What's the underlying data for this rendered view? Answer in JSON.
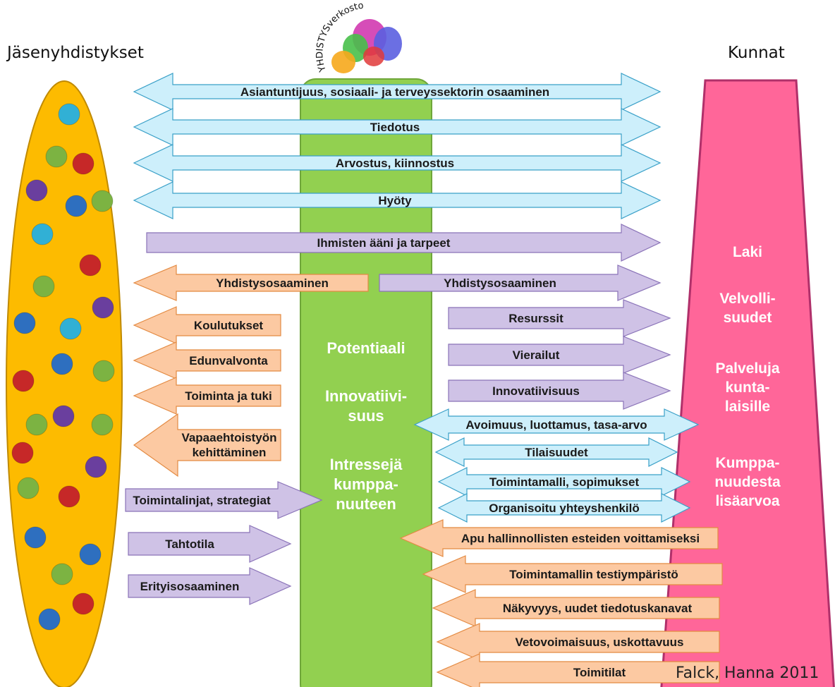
{
  "headers": {
    "left": "Jäsenyhdistykset",
    "right": "Kunnat"
  },
  "logo": {
    "text": "YHDISTYSverkosto"
  },
  "colors": {
    "ellipse": "#FDBB00",
    "center_bar": "#92D050",
    "right_trapezoid": "#FF6699",
    "arrow_blue": "#CDEFFB",
    "arrow_purple": "#CFC2E6",
    "arrow_orange": "#FCC9A2"
  },
  "dots": [
    {
      "color": "#31B0D5"
    },
    {
      "color": "#7CB342"
    },
    {
      "color": "#C62828"
    },
    {
      "color": "#6A3F9E"
    },
    {
      "color": "#2E6FBF"
    },
    {
      "color": "#7CB342"
    },
    {
      "color": "#31B0D5"
    },
    {
      "color": "#C62828"
    },
    {
      "color": "#7CB342"
    },
    {
      "color": "#6A3F9E"
    },
    {
      "color": "#2E6FBF"
    },
    {
      "color": "#31B0D5"
    },
    {
      "color": "#2E6FBF"
    },
    {
      "color": "#C62828"
    },
    {
      "color": "#7CB342"
    },
    {
      "color": "#7CB342"
    },
    {
      "color": "#6A3F9E"
    },
    {
      "color": "#7CB342"
    },
    {
      "color": "#C62828"
    },
    {
      "color": "#6A3F9E"
    },
    {
      "color": "#7CB342"
    },
    {
      "color": "#C62828"
    },
    {
      "color": "#2E6FBF"
    },
    {
      "color": "#2E6FBF"
    },
    {
      "color": "#7CB342"
    },
    {
      "color": "#C62828"
    },
    {
      "color": "#2E6FBF"
    }
  ],
  "arrows": [
    {
      "text": "Asiantuntijuus, sosiaali- ja terveyssektorin osaaminen",
      "color": "blue",
      "dir": "both"
    },
    {
      "text": "Tiedotus",
      "color": "blue",
      "dir": "both"
    },
    {
      "text": "Arvostus, kiinnostus",
      "color": "blue",
      "dir": "both"
    },
    {
      "text": "Hyöty",
      "color": "blue",
      "dir": "both"
    },
    {
      "text": "Ihmisten ääni ja tarpeet",
      "color": "purple",
      "dir": "right"
    },
    {
      "text": "Yhdistysosaaminen",
      "color": "orange",
      "dir": "left"
    },
    {
      "text": "Yhdistysosaaminen",
      "color": "purple",
      "dir": "right"
    },
    {
      "text": "Koulutukset",
      "color": "orange",
      "dir": "left"
    },
    {
      "text": "Edunvalvonta",
      "color": "orange",
      "dir": "left"
    },
    {
      "text": "Toiminta ja tuki",
      "color": "orange",
      "dir": "left"
    },
    {
      "text": "Vapaaehtoistyön\nkehittäminen",
      "color": "orange",
      "dir": "left"
    },
    {
      "text": "Toimintalinjat, strategiat",
      "color": "purple",
      "dir": "right"
    },
    {
      "text": "Tahtotila",
      "color": "purple",
      "dir": "right"
    },
    {
      "text": "Erityisosaaminen",
      "color": "purple",
      "dir": "right"
    },
    {
      "text": "Resurssit",
      "color": "purple",
      "dir": "right"
    },
    {
      "text": "Vierailut",
      "color": "purple",
      "dir": "right"
    },
    {
      "text": "Innovatiivisuus",
      "color": "purple",
      "dir": "right"
    },
    {
      "text": "Avoimuus, luottamus, tasa-arvo",
      "color": "blue",
      "dir": "both"
    },
    {
      "text": "Tilaisuudet",
      "color": "blue",
      "dir": "both"
    },
    {
      "text": "Toimintamalli, sopimukset",
      "color": "blue",
      "dir": "both"
    },
    {
      "text": "Organisoitu yhteyshenkilö",
      "color": "blue",
      "dir": "both"
    },
    {
      "text": "Apu hallinnollisten esteiden voittamiseksi",
      "color": "orange",
      "dir": "left"
    },
    {
      "text": "Toimintamallin testiympäristö",
      "color": "orange",
      "dir": "left"
    },
    {
      "text": "Näkyvyys, uudet tiedotuskanavat",
      "color": "orange",
      "dir": "left"
    },
    {
      "text": "Vetovoimaisuus, uskottavuus",
      "color": "orange",
      "dir": "left"
    },
    {
      "text": "Toimitilat",
      "color": "orange",
      "dir": "left"
    }
  ],
  "center_labels": [
    "Potentiaali",
    "Innovatiivi-\nsuus",
    "Intressejä\nkumppa-\nnuuteen"
  ],
  "right_labels": [
    "Laki",
    "Velvolli-\nsuudet",
    "Palveluja\nkunta-\nlaisille",
    "Kumppa-\nnuudesta\nlisäarvoa"
  ],
  "author": "Falck, Hanna 2011"
}
